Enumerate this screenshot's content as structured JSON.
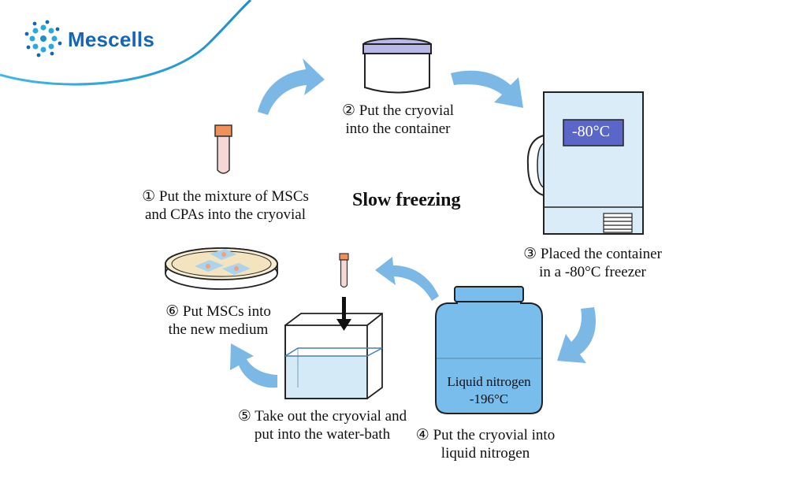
{
  "brand": {
    "name": "Mescells",
    "accent": "#1565b8",
    "arc_color": "#2aa9e0"
  },
  "title": "Slow freezing",
  "steps": [
    {
      "line1": "① Put the mixture of MSCs",
      "line2": "and CPAs into the cryovial"
    },
    {
      "line1": "② Put the cryovial",
      "line2": "into the container"
    },
    {
      "line1": "③ Placed the container",
      "line2": "in a -80°C freezer"
    },
    {
      "line1": "④ Put the cryovial into",
      "line2": "liquid nitrogen"
    },
    {
      "line1": "⑤ Take out the cryovial and",
      "line2": "put into the water-bath"
    },
    {
      "line1": "⑥ Put MSCs into",
      "line2": "the new medium"
    }
  ],
  "freezer": {
    "display": "-80°C"
  },
  "nitrogen": {
    "line1": "Liquid nitrogen",
    "line2": "-196°C"
  },
  "colors": {
    "arrow": "#7cb8e6",
    "freezer_body": "#d9ecf8",
    "dewar": "#78bdec",
    "water": "#d4eaf7"
  },
  "icons": [
    "brand-logo-icon",
    "cryovial-icon",
    "freezing-container-icon",
    "freezer-icon",
    "dewar-icon",
    "water-bath-icon",
    "petri-dish-icon",
    "curved-arrow-icon"
  ]
}
